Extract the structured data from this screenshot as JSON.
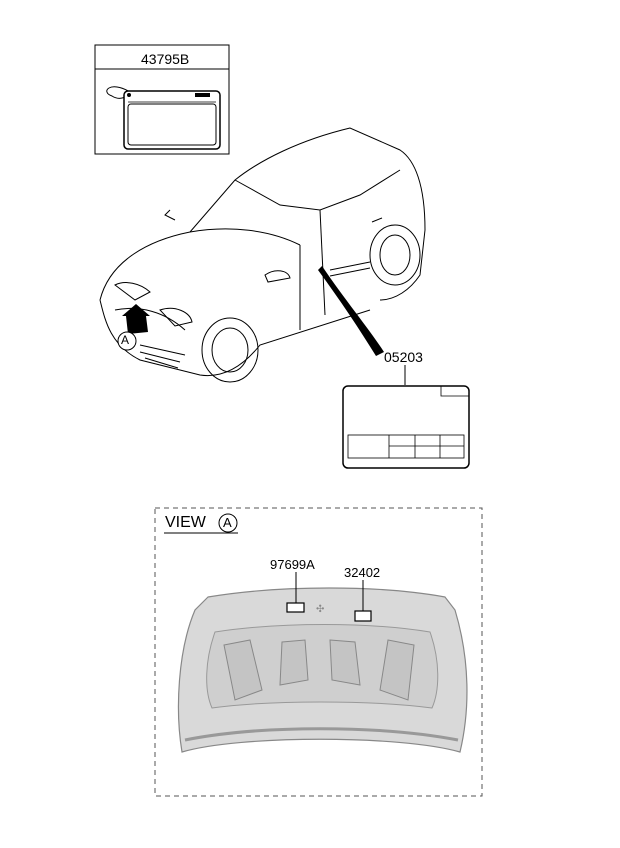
{
  "diagram": {
    "callouts": {
      "tag_part": "43795B",
      "door_label_part": "05203",
      "hood_label_1": "97699A",
      "hood_label_2": "32402"
    },
    "view_marker": "A",
    "view_title": "VIEW",
    "view_circle": "A",
    "colors": {
      "line": "#000000",
      "hood_fill": "#d9d9d9",
      "hood_shade": "#bdbdbd",
      "dashed_border": "#555555"
    }
  }
}
